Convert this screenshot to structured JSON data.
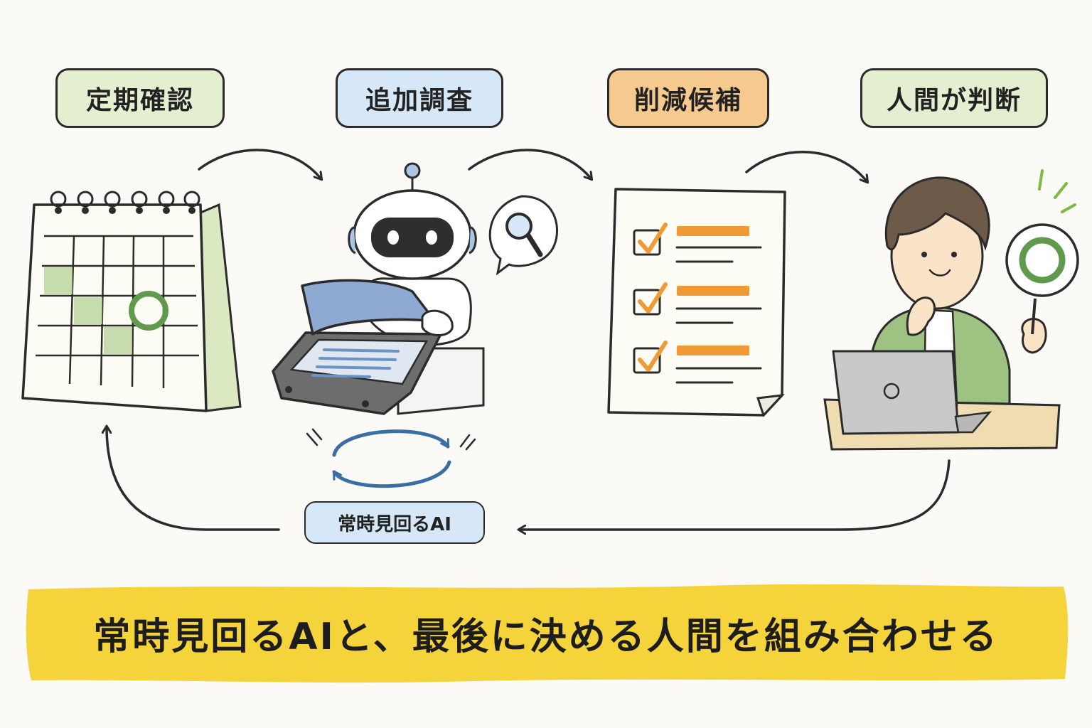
{
  "steps": [
    {
      "label": "定期確認",
      "color": "#e3efcf"
    },
    {
      "label": "追加調査",
      "color": "#d6e8f7"
    },
    {
      "label": "削減候補",
      "color": "#f6c98f"
    },
    {
      "label": "人間が判断",
      "color": "#e3efcf"
    }
  ],
  "loop_label": "常時見回るAI",
  "loop_label_color": "#d6e8f7",
  "banner": {
    "text": "常時見回るAIと、最後に決める人間を組み合わせる",
    "color": "#f5d33a"
  },
  "colors": {
    "ink": "#2b2b2b",
    "green_accent": "#5f9a4d",
    "blue_accent": "#3b6ea5",
    "orange_accent": "#ef9a35"
  },
  "icons": [
    "calendar-icon",
    "robot-scanner-icon",
    "magnifier-icon",
    "checklist-document-icon",
    "person-laptop-icon",
    "approval-sign-icon",
    "cycle-arrows-icon"
  ]
}
